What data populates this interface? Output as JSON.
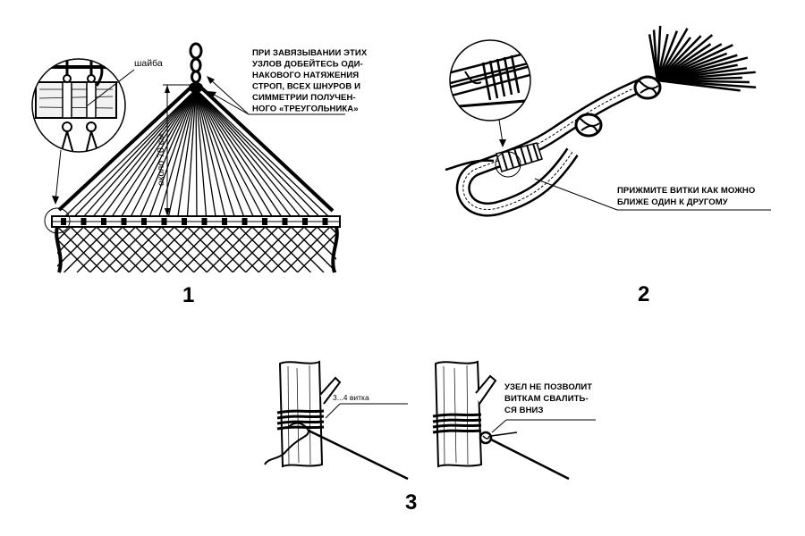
{
  "colors": {
    "ink": "#000000",
    "paper": "#ffffff",
    "wood": "#f2f2f2"
  },
  "panel1": {
    "number": "1",
    "washer_label": "шайба",
    "height_label": "около 70 см",
    "note_lines": [
      "ПРИ ЗАВЯЗЫВАНИИ ЭТИХ",
      "УЗЛОВ ДОБЕЙТЕСЬ ОДИ-",
      "НАКОВОГО НАТЯЖЕНИЯ",
      "СТРОП, ВСЕХ ШНУРОВ И",
      "СИММЕТРИИ ПОЛУЧЕН-",
      "НОГО «ТРЕУГОЛЬНИКА»"
    ]
  },
  "panel2": {
    "number": "2",
    "note_lines": [
      "ПРИЖМИТЕ ВИТКИ КАК МОЖНО",
      "БЛИЖЕ ОДИН К ДРУГОМУ"
    ]
  },
  "panel3": {
    "number": "3",
    "turns_label": "3...4 витка",
    "note_lines": [
      "УЗЕЛ НЕ ПОЗВОЛИТ",
      "ВИТКАМ СВАЛИТЬ-",
      "СЯ ВНИЗ"
    ]
  }
}
